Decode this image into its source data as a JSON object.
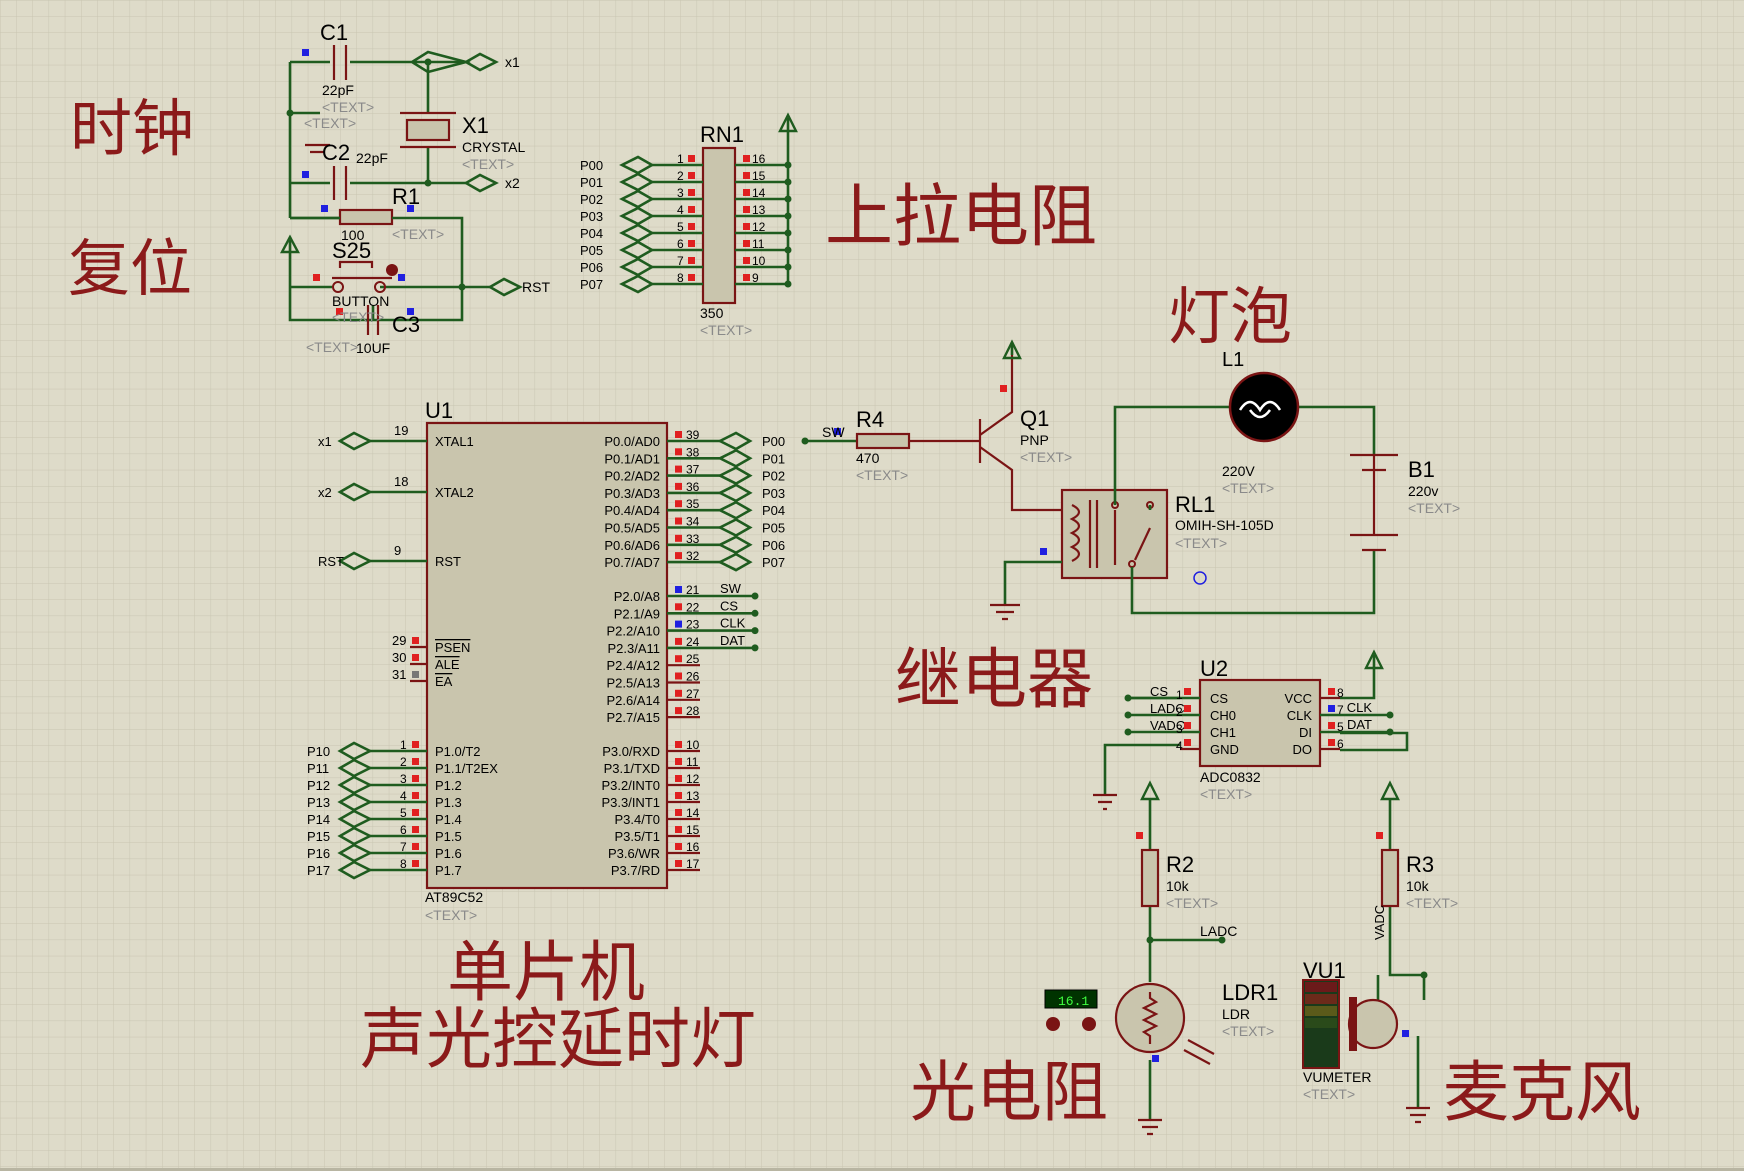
{
  "sections": {
    "clock": "时钟",
    "reset": "复位",
    "pullup": "上拉电阻",
    "bulb": "灯泡",
    "relay": "继电器",
    "mcu_line1": "单片机",
    "mcu_line2": "声光控延时灯",
    "ldr": "光电阻",
    "mic": "麦克风"
  },
  "placeholder": "<TEXT>",
  "c1": {
    "ref": "C1",
    "value": "22pF"
  },
  "c2": {
    "ref": "C2",
    "value": "22pF"
  },
  "x1": {
    "ref": "X1",
    "value": "CRYSTAL"
  },
  "r1": {
    "ref": "R1",
    "value": "100"
  },
  "s25": {
    "ref": "S25",
    "value": "BUTTON"
  },
  "c3": {
    "ref": "C3",
    "value": "10UF"
  },
  "nets": {
    "x1": "x1",
    "x2": "x2",
    "rst": "RST",
    "sw": "SW",
    "cs": "CS",
    "clk": "CLK",
    "dat": "DAT",
    "ladc": "LADC",
    "vadc": "VADC"
  },
  "rn1": {
    "ref": "RN1",
    "value": "350",
    "nets": [
      "P00",
      "P01",
      "P02",
      "P03",
      "P04",
      "P05",
      "P06",
      "P07"
    ],
    "left_pins": [
      "1",
      "2",
      "3",
      "4",
      "5",
      "6",
      "7",
      "8"
    ],
    "right_pins": [
      "16",
      "15",
      "14",
      "13",
      "12",
      "11",
      "10",
      "9"
    ]
  },
  "u1": {
    "ref": "U1",
    "value": "AT89C52",
    "left": [
      {
        "net": "x1",
        "pin": "19",
        "name": "XTAL1"
      },
      {
        "net": "x2",
        "pin": "18",
        "name": "XTAL2"
      },
      {
        "net": "RST",
        "pin": "9",
        "name": "RST"
      }
    ],
    "ctrl": [
      {
        "pin": "29",
        "name": "PSEN"
      },
      {
        "pin": "30",
        "name": "ALE"
      },
      {
        "pin": "31",
        "name": "EA"
      }
    ],
    "p1": [
      {
        "net": "P10",
        "pin": "1",
        "name": "P1.0/T2"
      },
      {
        "net": "P11",
        "pin": "2",
        "name": "P1.1/T2EX"
      },
      {
        "net": "P12",
        "pin": "3",
        "name": "P1.2"
      },
      {
        "net": "P13",
        "pin": "4",
        "name": "P1.3"
      },
      {
        "net": "P14",
        "pin": "5",
        "name": "P1.4"
      },
      {
        "net": "P15",
        "pin": "6",
        "name": "P1.5"
      },
      {
        "net": "P16",
        "pin": "7",
        "name": "P1.6"
      },
      {
        "net": "P17",
        "pin": "8",
        "name": "P1.7"
      }
    ],
    "p0": [
      {
        "name": "P0.0/AD0",
        "pin": "39",
        "net": "P00"
      },
      {
        "name": "P0.1/AD1",
        "pin": "38",
        "net": "P01"
      },
      {
        "name": "P0.2/AD2",
        "pin": "37",
        "net": "P02"
      },
      {
        "name": "P0.3/AD3",
        "pin": "36",
        "net": "P03"
      },
      {
        "name": "P0.4/AD4",
        "pin": "35",
        "net": "P04"
      },
      {
        "name": "P0.5/AD5",
        "pin": "34",
        "net": "P05"
      },
      {
        "name": "P0.6/AD6",
        "pin": "33",
        "net": "P06"
      },
      {
        "name": "P0.7/AD7",
        "pin": "32",
        "net": "P07"
      }
    ],
    "p2": [
      {
        "name": "P2.0/A8",
        "pin": "21",
        "net": "SW"
      },
      {
        "name": "P2.1/A9",
        "pin": "22",
        "net": "CS"
      },
      {
        "name": "P2.2/A10",
        "pin": "23",
        "net": "CLK"
      },
      {
        "name": "P2.3/A11",
        "pin": "24",
        "net": "DAT"
      },
      {
        "name": "P2.4/A12",
        "pin": "25",
        "net": ""
      },
      {
        "name": "P2.5/A13",
        "pin": "26",
        "net": ""
      },
      {
        "name": "P2.6/A14",
        "pin": "27",
        "net": ""
      },
      {
        "name": "P2.7/A15",
        "pin": "28",
        "net": ""
      }
    ],
    "p3": [
      {
        "name": "P3.0/RXD",
        "pin": "10"
      },
      {
        "name": "P3.1/TXD",
        "pin": "11"
      },
      {
        "name": "P3.2/INT0",
        "pin": "12"
      },
      {
        "name": "P3.3/INT1",
        "pin": "13"
      },
      {
        "name": "P3.4/T0",
        "pin": "14"
      },
      {
        "name": "P3.5/T1",
        "pin": "15"
      },
      {
        "name": "P3.6/WR",
        "pin": "16"
      },
      {
        "name": "P3.7/RD",
        "pin": "17"
      }
    ]
  },
  "r4": {
    "ref": "R4",
    "value": "470"
  },
  "q1": {
    "ref": "Q1",
    "value": "PNP"
  },
  "l1": {
    "ref": "L1",
    "value": "220V"
  },
  "b1": {
    "ref": "B1",
    "value": "220v"
  },
  "rl1": {
    "ref": "RL1",
    "value": "OMIH-SH-105D"
  },
  "u2": {
    "ref": "U2",
    "value": "ADC0832",
    "left": [
      {
        "net": "CS",
        "pin": "1",
        "name": "CS"
      },
      {
        "net": "LADC",
        "pin": "2",
        "name": "CH0"
      },
      {
        "net": "VADC",
        "pin": "3",
        "name": "CH1"
      },
      {
        "net": "",
        "pin": "4",
        "name": "GND"
      }
    ],
    "right": [
      {
        "name": "VCC",
        "pin": "8",
        "net": ""
      },
      {
        "name": "CLK",
        "pin": "7",
        "net": "CLK"
      },
      {
        "name": "DI",
        "pin": "5",
        "net": "DAT"
      },
      {
        "name": "DO",
        "pin": "6",
        "net": ""
      }
    ]
  },
  "r2": {
    "ref": "R2",
    "value": "10k"
  },
  "r3": {
    "ref": "R3",
    "value": "10k"
  },
  "ldr1": {
    "ref": "LDR1",
    "value": "LDR",
    "reading": "16.1"
  },
  "vu1": {
    "ref": "VU1",
    "value": "VUMETER"
  },
  "colors": {
    "background": "#dedbc9",
    "grid": "#c8c5b1",
    "wire": "#1f5c1f",
    "component": "#7a1414",
    "title": "#8b1a1a",
    "pin_red": "#e02020",
    "pin_blue": "#2020e0"
  }
}
